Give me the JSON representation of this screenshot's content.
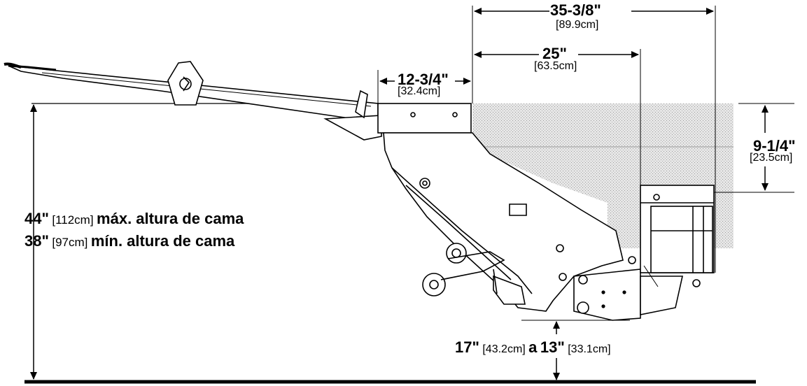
{
  "dimensions": {
    "overall_width": {
      "imperial": "35-3/8\"",
      "metric": "[89.9cm]"
    },
    "mid_width": {
      "imperial": "25\"",
      "metric": "[63.5cm]"
    },
    "top_width": {
      "imperial": "12-3/4\"",
      "metric": "[32.4cm]"
    },
    "side_height": {
      "imperial": "9-1/4\"",
      "metric": "[23.5cm]"
    }
  },
  "bed_height": {
    "max": {
      "imperial": "44\"",
      "metric": "[112cm]",
      "text": "máx. altura de cama"
    },
    "min": {
      "imperial": "38\"",
      "metric": "[97cm]",
      "text": "mín. altura de cama"
    }
  },
  "clearance": {
    "from_imperial": "17\"",
    "from_metric": "[43.2cm]",
    "joiner": "a",
    "to_imperial": "13\"",
    "to_metric": "[33.1cm]"
  }
}
